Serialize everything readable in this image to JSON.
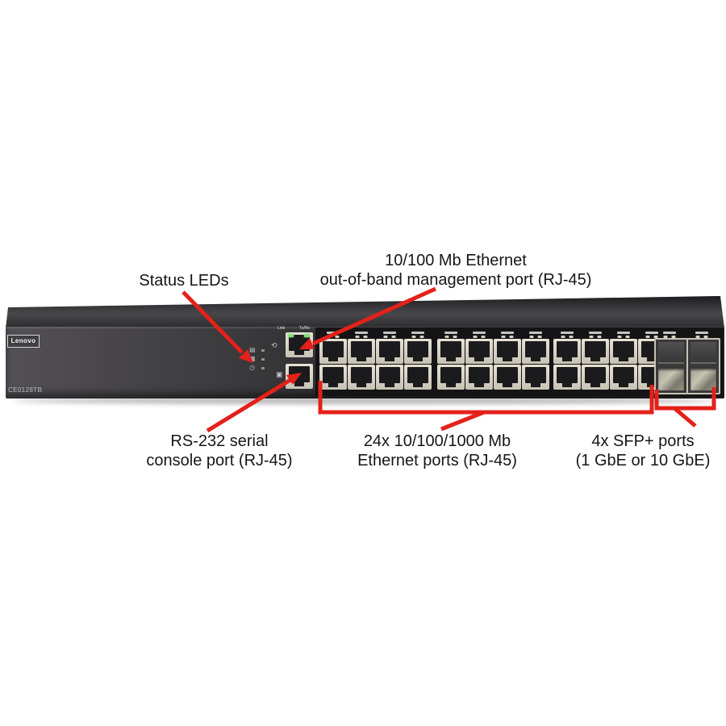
{
  "annotations": {
    "color": "#e3211a",
    "status_leds": {
      "text": "Status LEDs"
    },
    "mgmt": {
      "line1": "10/100 Mb Ethernet",
      "line2": "out-of-band management port (RJ-45)"
    },
    "console": {
      "line1": "RS-232 serial",
      "line2": "console port (RJ-45)"
    },
    "ethernet24": {
      "line1": "24x 10/100/1000 Mb",
      "line2": "Ethernet ports (RJ-45)"
    },
    "sfp": {
      "line1": "4x SFP+ ports",
      "line2": "(1 GbE or 10 GbE)"
    }
  },
  "device": {
    "brand": "Lenovo",
    "model": "CE0128TB",
    "mgmt_port": {
      "led_labels": [
        "Link",
        "Tx/Rx"
      ]
    },
    "status_led_icons": [
      "stack-icon",
      "fan-icon",
      "power-icon"
    ],
    "rj45_groups": 3,
    "rj45_columns_per_group": 4,
    "rj45_rows": 2,
    "total_rj45_ports": 24,
    "sfp_cages": 2,
    "sfp_ports": 4
  }
}
